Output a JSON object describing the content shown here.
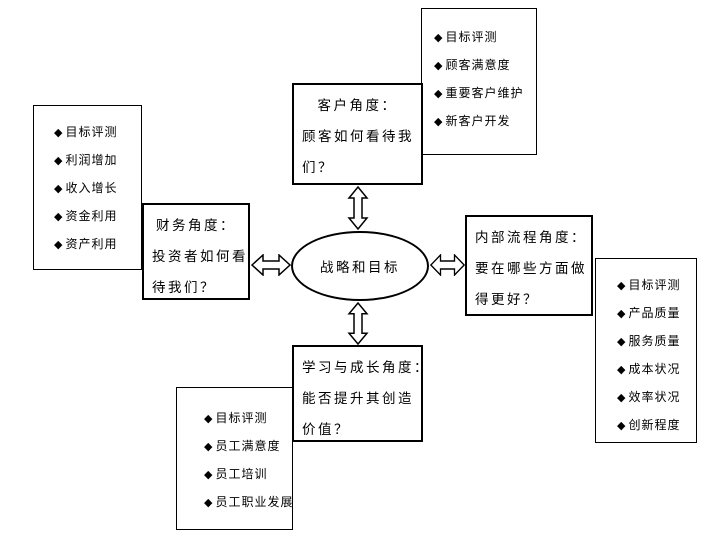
{
  "canvas": {
    "background": "#ffffff",
    "line_color": "#000000"
  },
  "icons": {
    "bullet": "◆"
  },
  "center": {
    "label": "战略和目标"
  },
  "nodes": {
    "customer": {
      "lines": [
        "客户角度：",
        "顾客如何看待我",
        "们？"
      ]
    },
    "financial": {
      "lines": [
        "财务角度：",
        "投资者如何看",
        "待我们？"
      ]
    },
    "internal": {
      "lines": [
        "内部流程角度：",
        "要在哪些方面做",
        "得更好？"
      ]
    },
    "learning": {
      "lines": [
        "学习与成长角度：",
        "能否提升其创造",
        "价值？"
      ]
    }
  },
  "lists": {
    "financial_metrics": {
      "items": [
        "目标评测",
        "利润增加",
        "收入增长",
        "资金利用",
        "资产利用"
      ]
    },
    "customer_metrics": {
      "items": [
        "目标评测",
        "顾客满意度",
        "重要客户维护",
        "新客户开发"
      ]
    },
    "internal_metrics": {
      "items": [
        "目标评测",
        "产品质量",
        "服务质量",
        "成本状况",
        "效率状况",
        "创新程度"
      ]
    },
    "learning_metrics": {
      "items": [
        "目标评测",
        "员工满意度",
        "员工培训",
        "员工职业发展"
      ]
    }
  }
}
